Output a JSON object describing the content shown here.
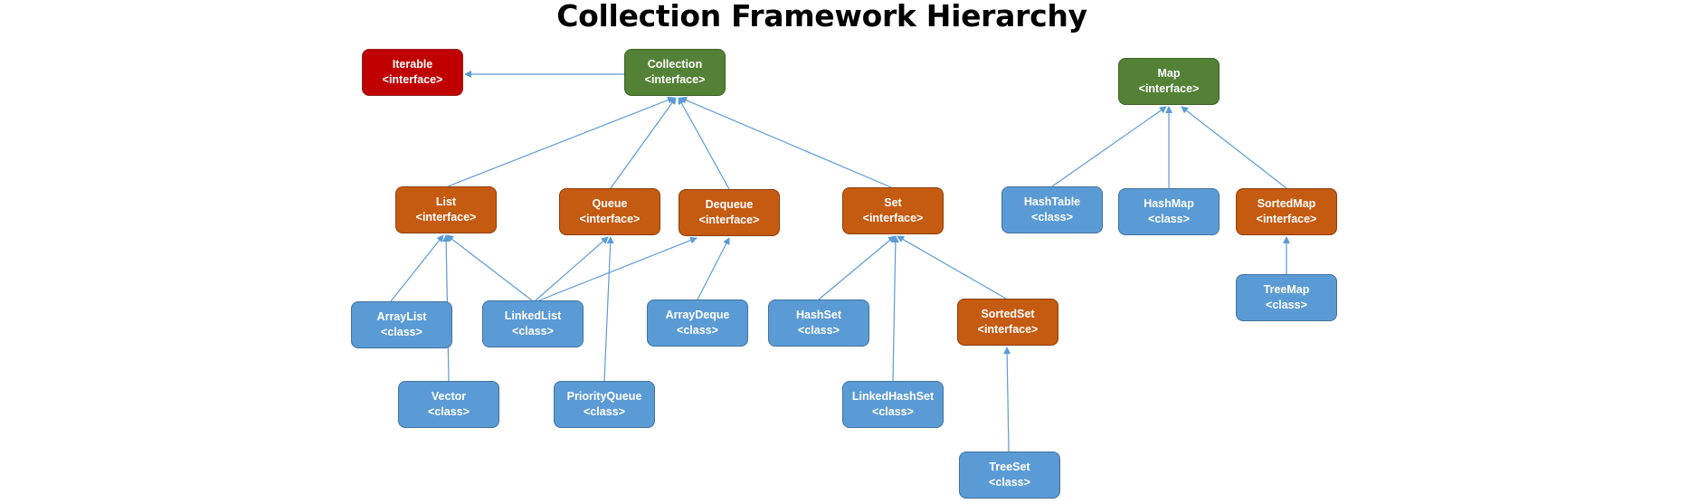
{
  "title": "Collection Framework Hierarchy",
  "colors": {
    "interface_root": "#c00000",
    "main_interface": "#538135",
    "interface": "#c55a11",
    "class": "#5b9bd5",
    "arrow": "#5b9bd5"
  },
  "nodes": {
    "iterable": {
      "name": "Iterable",
      "kind": "<interface>"
    },
    "collection": {
      "name": "Collection",
      "kind": "<interface>"
    },
    "map": {
      "name": "Map",
      "kind": "<interface>"
    },
    "list": {
      "name": "List",
      "kind": "<interface>"
    },
    "queue": {
      "name": "Queue",
      "kind": "<interface>"
    },
    "dequeue": {
      "name": "Dequeue",
      "kind": "<interface>"
    },
    "set": {
      "name": "Set",
      "kind": "<interface>"
    },
    "hashtable": {
      "name": "HashTable",
      "kind": "<class>"
    },
    "hashmap": {
      "name": "HashMap",
      "kind": "<class>"
    },
    "sortedmap": {
      "name": "SortedMap",
      "kind": "<interface>"
    },
    "arraylist": {
      "name": "ArrayList",
      "kind": "<class>"
    },
    "linkedlist": {
      "name": "LinkedList",
      "kind": "<class>"
    },
    "arraydeque": {
      "name": "ArrayDeque",
      "kind": "<class>"
    },
    "hashset": {
      "name": "HashSet",
      "kind": "<class>"
    },
    "sortedset": {
      "name": "SortedSet",
      "kind": "<interface>"
    },
    "treemap": {
      "name": "TreeMap",
      "kind": "<class>"
    },
    "vector": {
      "name": "Vector",
      "kind": "<class>"
    },
    "priorityqueue": {
      "name": "PriorityQueue",
      "kind": "<class>"
    },
    "linkedhashset": {
      "name": "LinkedHashSet",
      "kind": "<class>"
    },
    "treeset": {
      "name": "TreeSet",
      "kind": "<class>"
    }
  },
  "edges": [
    {
      "from": "collection",
      "to": "iterable"
    },
    {
      "from": "list",
      "to": "collection"
    },
    {
      "from": "queue",
      "to": "collection"
    },
    {
      "from": "dequeue",
      "to": "collection"
    },
    {
      "from": "set",
      "to": "collection"
    },
    {
      "from": "arraylist",
      "to": "list"
    },
    {
      "from": "vector",
      "to": "list"
    },
    {
      "from": "linkedlist",
      "to": "list"
    },
    {
      "from": "linkedlist",
      "to": "queue"
    },
    {
      "from": "linkedlist",
      "to": "dequeue"
    },
    {
      "from": "priorityqueue",
      "to": "queue"
    },
    {
      "from": "arraydeque",
      "to": "dequeue"
    },
    {
      "from": "hashset",
      "to": "set"
    },
    {
      "from": "linkedhashset",
      "to": "set"
    },
    {
      "from": "sortedset",
      "to": "set"
    },
    {
      "from": "treeset",
      "to": "sortedset"
    },
    {
      "from": "hashtable",
      "to": "map"
    },
    {
      "from": "hashmap",
      "to": "map"
    },
    {
      "from": "sortedmap",
      "to": "map"
    },
    {
      "from": "treemap",
      "to": "sortedmap"
    }
  ]
}
